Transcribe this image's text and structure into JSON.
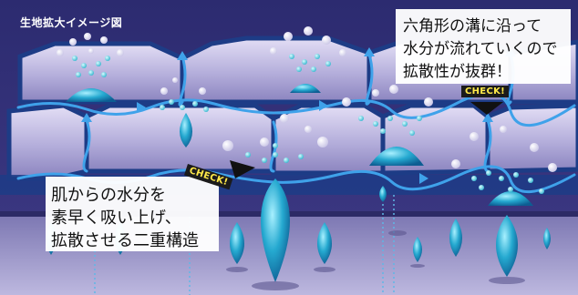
{
  "diagram": {
    "image_label": "生地拡大イメージ図",
    "callout_top": {
      "lines": [
        "六角形の溝に沿って",
        "水分が流れていくので",
        "拡散性が抜群！"
      ]
    },
    "callout_bottom": {
      "lines": [
        "肌からの水分を",
        "素早く吸い上げ、",
        "拡散させる二重構造"
      ]
    },
    "check_badges": [
      "CHECK!",
      "CHECK!"
    ]
  },
  "colors": {
    "background_top": "#2a2a6e",
    "hex_fill": "#b9b3de",
    "channel": "#1d3c86",
    "flow": "#2a87d8",
    "drop": "#21a6cc",
    "floor": "#6a659e",
    "accent": "#ffe94a"
  }
}
